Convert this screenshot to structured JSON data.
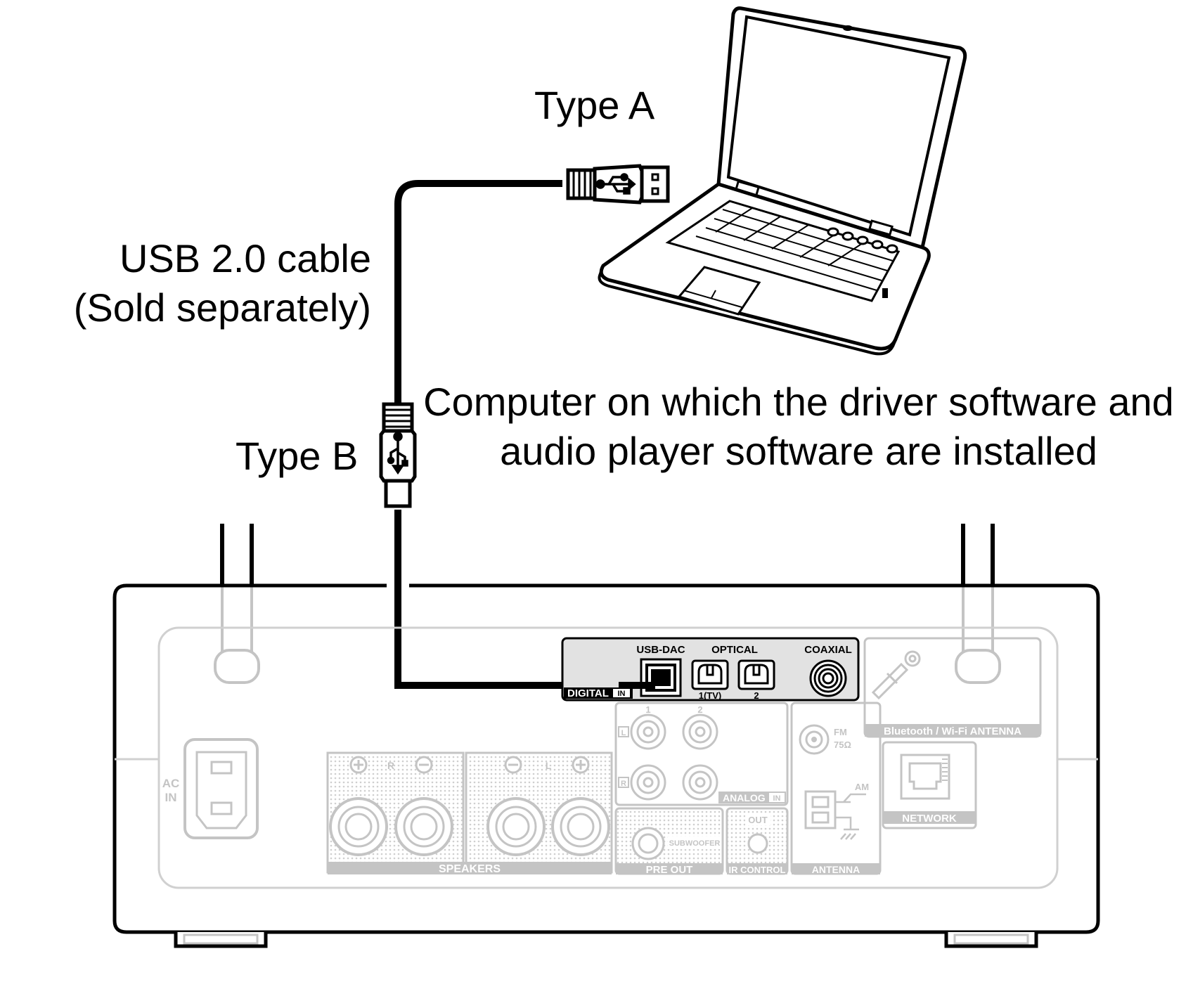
{
  "labels": {
    "type_a": "Type A",
    "usb_cable_line1": "USB 2.0 cable",
    "usb_cable_line2": "(Sold separately)",
    "type_b": "Type B",
    "computer_line1": "Computer on which the driver software and",
    "computer_line2": "audio player software are installed"
  },
  "panel": {
    "usb_dac": "USB-DAC",
    "optical": "OPTICAL",
    "optical_1": "1(TV)",
    "optical_2": "2",
    "coaxial": "COAXIAL",
    "digital": "DIGITAL",
    "digital_in": "IN",
    "analog": "ANALOG",
    "analog_in": "IN",
    "analog_1": "1",
    "analog_2": "2",
    "ch_l": "L",
    "ch_r": "R",
    "fm": "FM",
    "fm_ohm": "75Ω",
    "am": "AM",
    "antenna": "ANTENNA",
    "bt_antenna": "Bluetooth / Wi-Fi ANTENNA",
    "network": "NETWORK",
    "ac_in_1": "AC",
    "ac_in_2": "IN",
    "speakers": "SPEAKERS",
    "spk_r": "R",
    "spk_l": "L",
    "subwoofer": "SUBWOOFER",
    "pre_out": "PRE OUT",
    "out": "OUT",
    "ir_control": "IR CONTROL"
  },
  "colors": {
    "line": "#000000",
    "faded": "#c4c4c4",
    "panel_fill": "#e2e2e2",
    "background": "#ffffff"
  }
}
